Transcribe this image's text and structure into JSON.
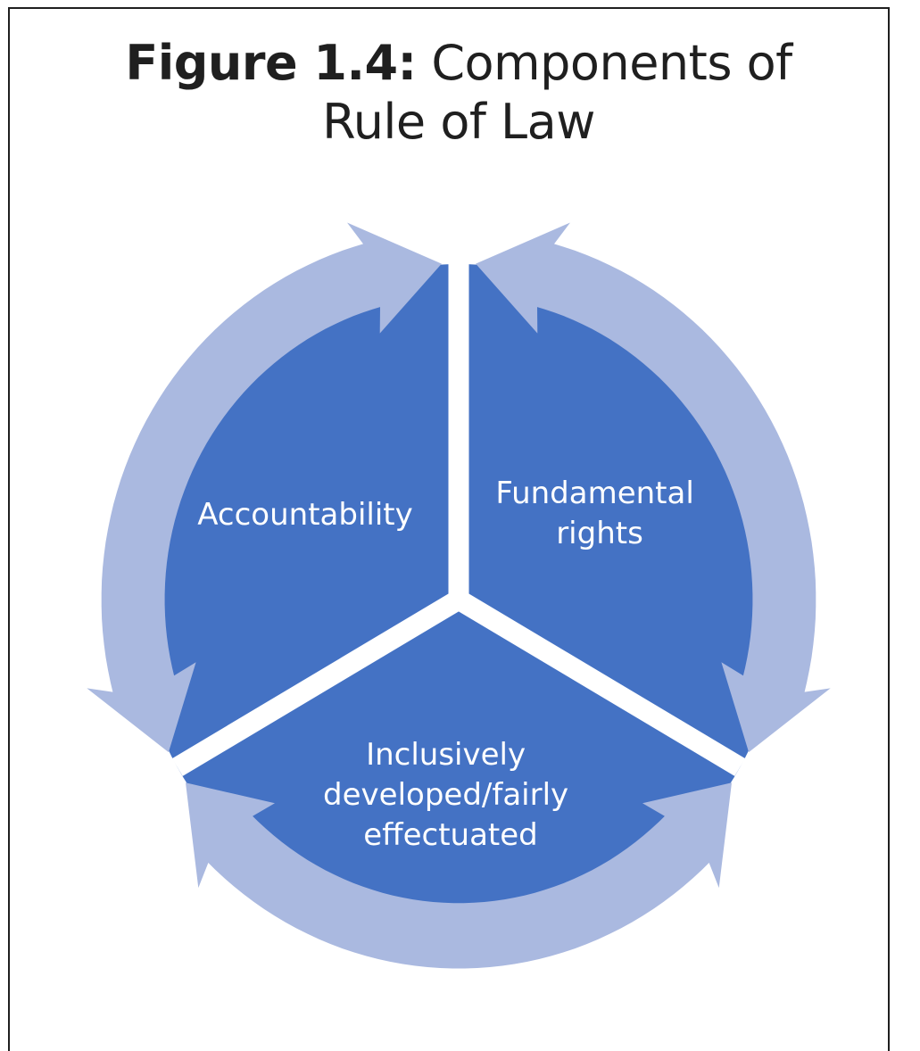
{
  "figure": {
    "number_label": "Figure 1.4:",
    "title_line1": "Components of",
    "title_line2": "Rule of Law"
  },
  "diagram": {
    "type": "cycle",
    "colors": {
      "segment_fill": "#4472C4",
      "arrow_fill": "#AAB9E0",
      "separator": "#FFFFFF",
      "label": "#FFFFFF"
    },
    "segments": [
      {
        "id": "accountability",
        "position": "upper-left",
        "lines": [
          "Accountability"
        ]
      },
      {
        "id": "fundamental-rights",
        "position": "upper-right",
        "lines": [
          "Fundamental",
          "rights"
        ]
      },
      {
        "id": "inclusively-developed",
        "position": "bottom",
        "lines": [
          "Inclusively",
          "developed/fairly",
          "effectuated"
        ]
      }
    ],
    "arrows": [
      {
        "arc": "left",
        "between": [
          "accountability",
          "fundamental-rights / inclusively-developed"
        ],
        "heads": "both"
      },
      {
        "arc": "right",
        "between": [
          "fundamental-rights",
          "inclusively-developed"
        ],
        "heads": "both"
      },
      {
        "arc": "bottom",
        "between": [
          "inclusively-developed",
          "accountability"
        ],
        "heads": "both"
      }
    ]
  }
}
